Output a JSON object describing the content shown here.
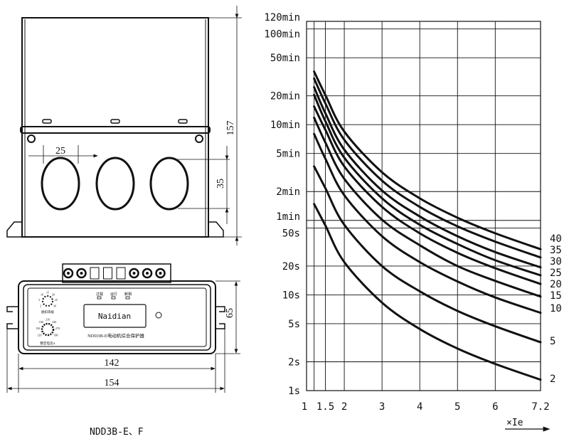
{
  "drawing": {
    "model_caption": "NDD3B-E、F",
    "dimensions": {
      "height_total": "157",
      "hole_width": "25",
      "hole_height": "35",
      "front_height": "65",
      "inner_width": "142",
      "outer_width": "154"
    },
    "panel": {
      "brand": "Naidian",
      "product_name": "NDD3B-E电动机综合保护器",
      "indicators": [
        "过载",
        "运行",
        "断相"
      ],
      "dial_trip_class": {
        "label": "脱扣等级",
        "ticks": [
          "2",
          "5",
          "10",
          "15",
          "20",
          "25",
          "30"
        ]
      },
      "dial_current": {
        "label": "整定电流A",
        "ticks": [
          "120",
          "150",
          "180",
          "210",
          "240",
          "270",
          "300"
        ]
      }
    }
  },
  "chart_data": {
    "type": "line",
    "title": "",
    "xlabel": "×Ie",
    "ylabel": "",
    "x_scale": "linear",
    "y_scale": "log",
    "xlim": [
      1,
      7.2
    ],
    "ylim_seconds": [
      1,
      7200
    ],
    "x_ticks": [
      1,
      1.5,
      2,
      3,
      4,
      5,
      6,
      7.2
    ],
    "x_tick_labels": [
      "1",
      "1.5",
      "2",
      "3",
      "4",
      "5",
      "6",
      "7.2"
    ],
    "y_ticks_seconds": [
      7200,
      6000,
      3000,
      1200,
      600,
      300,
      120,
      60,
      50,
      20,
      10,
      5,
      2,
      1
    ],
    "y_tick_labels": [
      "120min",
      "100min",
      "50min",
      "20min",
      "10min",
      "5min",
      "2min",
      "1min",
      "50s",
      "20s",
      "10s",
      "5s",
      "2s",
      "1s"
    ],
    "grid": true,
    "x": [
      1.2,
      1.5,
      2,
      3,
      4,
      5,
      6,
      7.2
    ],
    "series": [
      {
        "name": "40",
        "values": [
          2150,
          1220,
          508,
          191,
          102,
          64,
          44,
          30
        ]
      },
      {
        "name": "35",
        "values": [
          1820,
          1000,
          417,
          156,
          83,
          52,
          36,
          24.6
        ]
      },
      {
        "name": "30",
        "values": [
          1480,
          789,
          329,
          123,
          66,
          41,
          28,
          19.4
        ]
      },
      {
        "name": "25",
        "values": [
          1230,
          650,
          271,
          102,
          54,
          34,
          23,
          16
        ]
      },
      {
        "name": "20",
        "values": [
          930,
          529,
          220,
          83,
          44,
          27.5,
          19,
          13
        ]
      },
      {
        "name": "15",
        "values": [
          710,
          390,
          163,
          61,
          33,
          20,
          14,
          9.6
        ]
      },
      {
        "name": "10",
        "values": [
          480,
          264,
          110,
          41,
          22,
          13.8,
          9.4,
          6.5
        ]
      },
      {
        "name": "5",
        "values": [
          220,
          130,
          54,
          20,
          10.9,
          6.8,
          4.7,
          3.2
        ]
      },
      {
        "name": "2",
        "values": [
          89,
          53,
          22,
          8.3,
          4.4,
          2.75,
          1.9,
          1.3
        ]
      }
    ]
  }
}
